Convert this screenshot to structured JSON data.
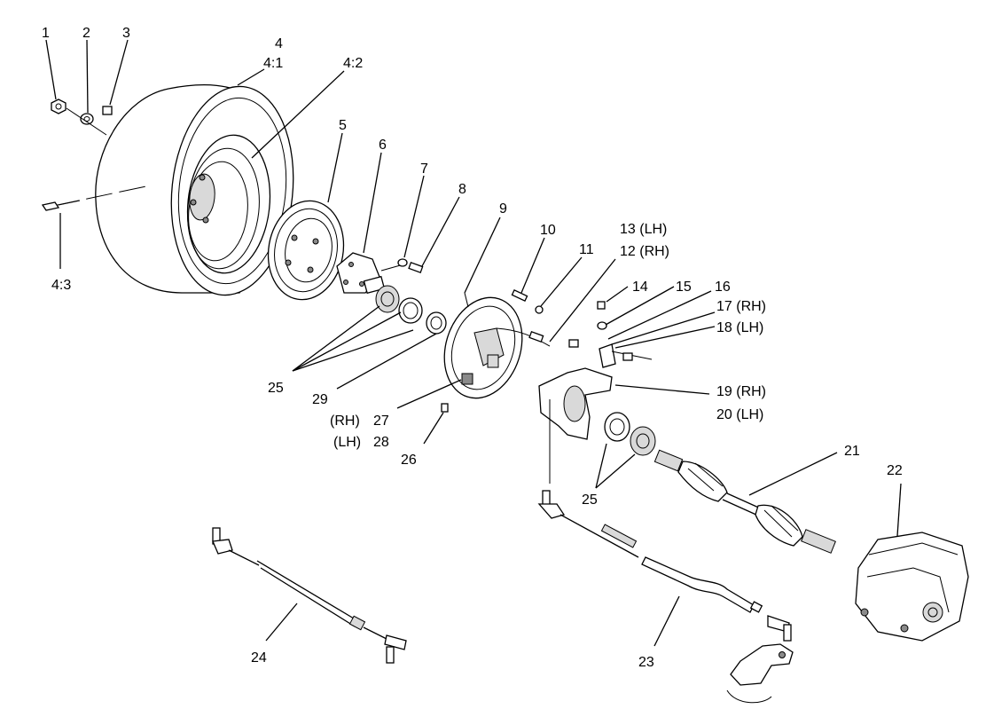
{
  "callouts": {
    "c1": "1",
    "c2": "2",
    "c3": "3",
    "c4": "4",
    "c4_1": "4:1",
    "c4_2": "4:2",
    "c4_3": "4:3",
    "c5": "5",
    "c6": "6",
    "c7": "7",
    "c8": "8",
    "c9": "9",
    "c10": "10",
    "c11": "11",
    "c13": "13 (LH)",
    "c12": "12 (RH)",
    "c14": "14",
    "c15": "15",
    "c16": "16",
    "c17": "17 (RH)",
    "c18": "18 (LH)",
    "c19": "19 (RH)",
    "c20": "20 (LH)",
    "c21": "21",
    "c22": "22",
    "c23": "23",
    "c24": "24",
    "c25a": "25",
    "c25b": "25",
    "c26": "26",
    "c27": "27",
    "c27_side": "(RH)",
    "c28": "28",
    "c28_side": "(LH)",
    "c29": "29"
  },
  "parts": {
    "wheel": "wheel-assembly",
    "brake_drum": "brake-drum",
    "hub": "wheel-hub",
    "backing_plate": "brake-backing-plate",
    "steering_knuckle": "steering-knuckle",
    "drive_shaft": "cv-drive-shaft",
    "differential": "front-differential",
    "tie_rod_right": "tie-rod-assembly",
    "tie_rod_left": "tie-rod-assembly",
    "pitman_arm": "steering-arm"
  }
}
